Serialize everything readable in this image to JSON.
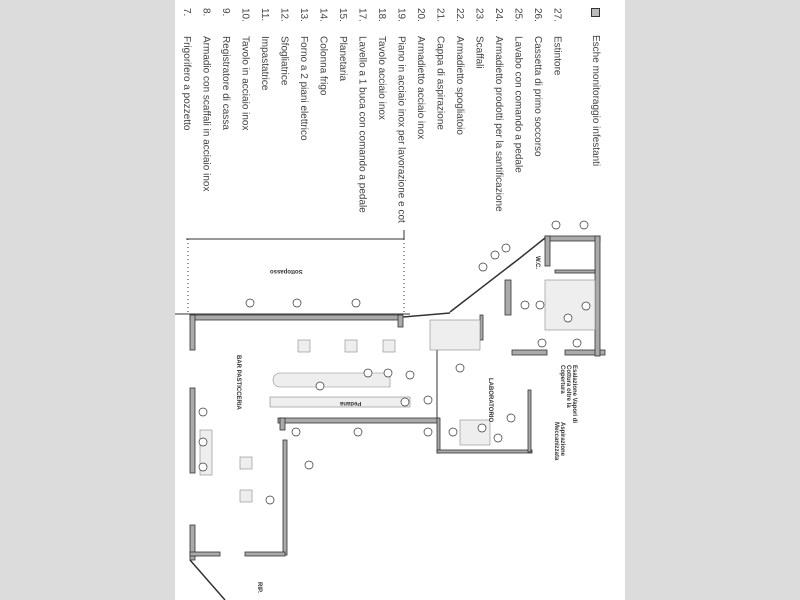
{
  "legend": [
    {
      "num": "7.",
      "text": "Frigorifero a pozzetto"
    },
    {
      "num": "8.",
      "text": "Armadio con scaffali in acciaio inox"
    },
    {
      "num": "9.",
      "text": "Registratore di cassa"
    },
    {
      "num": "10.",
      "text": "Tavolo in acciaio inox"
    },
    {
      "num": "11.",
      "text": "Impastatrice"
    },
    {
      "num": "12.",
      "text": "Sfogliatrice"
    },
    {
      "num": "13.",
      "text": "Forno a 2 piani elettrico"
    },
    {
      "num": "14.",
      "text": "Colonna frigo"
    },
    {
      "num": "15.",
      "text": "Planetaria"
    },
    {
      "num": "17.",
      "text": "Lavello a 1 buca con comando a pedale"
    },
    {
      "num": "18.",
      "text": "Tavolo acciaio inox"
    },
    {
      "num": "19.",
      "text": "Piano in acciaio inox per lavorazione e cot"
    },
    {
      "num": "20.",
      "text": "Armadietto acciaio inox"
    },
    {
      "num": "21.",
      "text": "Cappa di aspirazione"
    },
    {
      "num": "22.",
      "text": "Armadietto spogliatoio"
    },
    {
      "num": "23.",
      "text": "Scaffali"
    },
    {
      "num": "24.",
      "text": "Armadietto prodotti per la santificazione"
    },
    {
      "num": "25.",
      "text": "Lavabo con comando a pedale"
    },
    {
      "num": "26.",
      "text": "Cassetta di primo soccorso"
    },
    {
      "num": "27.",
      "text": "Estintore"
    }
  ],
  "legend_bait": {
    "text": "Esche monitoraggio infestanti"
  },
  "plan": {
    "sottopasso": "Sottopasso",
    "bar": "BAR PASTICCERIA",
    "pedana": "Pedana",
    "laboratorio": "LABORATORIO",
    "wc": "W.C.",
    "esalazione": "Esalazione Vapori di Cottura oltre la Copertura",
    "aspirazione": "Aspirazione Meccanizzata",
    "rip": "RIP."
  },
  "colors": {
    "background": "#dcdcdc",
    "page": "#ffffff",
    "wall": "#999999",
    "ink": "#333333"
  }
}
